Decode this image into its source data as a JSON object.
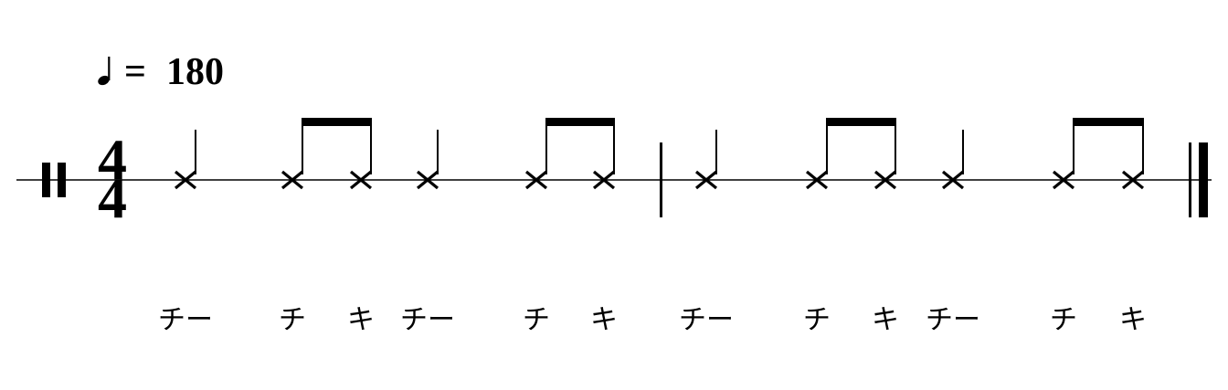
{
  "tempo": {
    "note_symbol": "quarter-note",
    "equals": "=",
    "bpm": "180"
  },
  "time_signature": {
    "numerator": "4",
    "denominator": "4"
  },
  "start_repeat": "repeat-start-sign",
  "end_barline": "final-double-barline",
  "measures": [
    {
      "notes": [
        {
          "duration": "quarter",
          "notehead": "x",
          "lyric": "チー"
        },
        {
          "duration": "eighth",
          "notehead": "x",
          "lyric": "チ",
          "beam": "start"
        },
        {
          "duration": "eighth",
          "notehead": "x",
          "lyric": "キ",
          "beam": "end"
        },
        {
          "duration": "quarter",
          "notehead": "x",
          "lyric": "チー"
        },
        {
          "duration": "eighth",
          "notehead": "x",
          "lyric": "チ",
          "beam": "start"
        },
        {
          "duration": "eighth",
          "notehead": "x",
          "lyric": "キ",
          "beam": "end"
        }
      ]
    },
    {
      "notes": [
        {
          "duration": "quarter",
          "notehead": "x",
          "lyric": "チー"
        },
        {
          "duration": "eighth",
          "notehead": "x",
          "lyric": "チ",
          "beam": "start"
        },
        {
          "duration": "eighth",
          "notehead": "x",
          "lyric": "キ",
          "beam": "end"
        },
        {
          "duration": "quarter",
          "notehead": "x",
          "lyric": "チー"
        },
        {
          "duration": "eighth",
          "notehead": "x",
          "lyric": "チ",
          "beam": "start"
        },
        {
          "duration": "eighth",
          "notehead": "x",
          "lyric": "キ",
          "beam": "end"
        }
      ]
    }
  ],
  "colors": {
    "ink": "#000000",
    "background": "#ffffff"
  }
}
